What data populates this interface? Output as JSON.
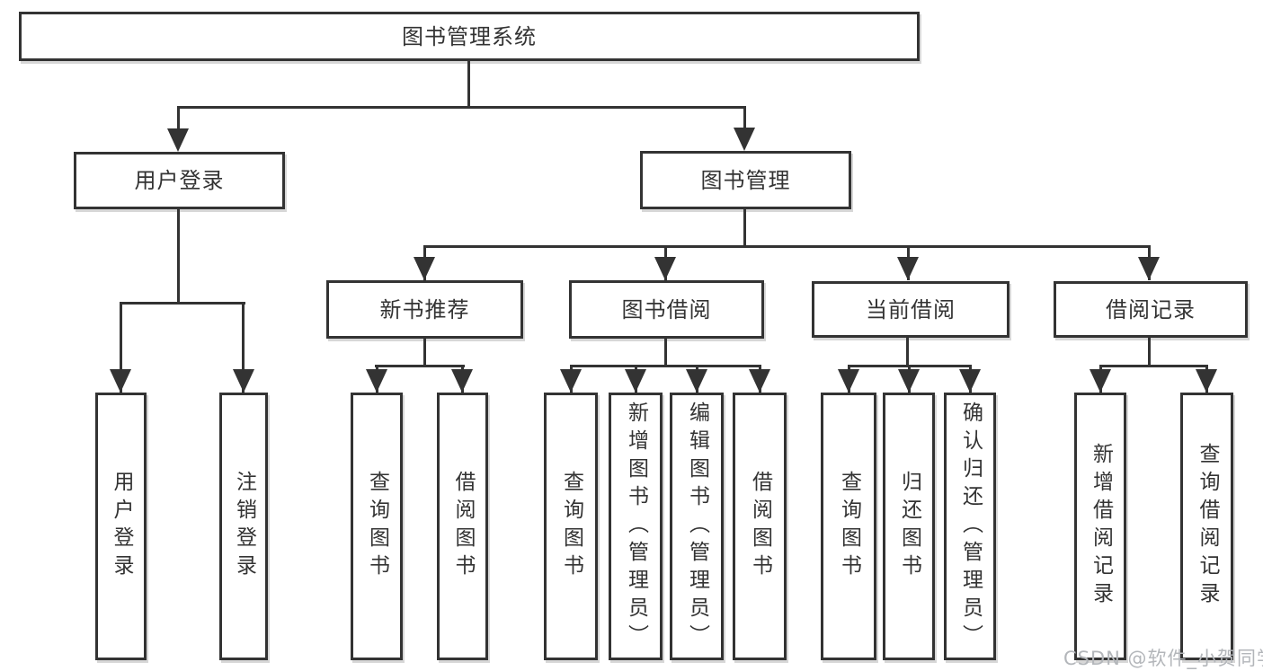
{
  "tree": {
    "label": "图书管理系统",
    "children": [
      {
        "label": "用户登录",
        "children": [
          {
            "label": "用户登录"
          },
          {
            "label": "注销登录"
          }
        ]
      },
      {
        "label": "图书管理",
        "children": [
          {
            "label": "新书推荐",
            "children": [
              {
                "label": "查询图书"
              },
              {
                "label": "借阅图书"
              }
            ]
          },
          {
            "label": "图书借阅",
            "children": [
              {
                "label": "查询图书"
              },
              {
                "label": "新增图书（管理员）"
              },
              {
                "label": "编辑图书（管理员）"
              },
              {
                "label": "借阅图书"
              }
            ]
          },
          {
            "label": "当前借阅",
            "children": [
              {
                "label": "查询图书"
              },
              {
                "label": "归还图书"
              },
              {
                "label": "确认归还（管理员）"
              }
            ]
          },
          {
            "label": "借阅记录",
            "children": [
              {
                "label": "新增借阅记录"
              },
              {
                "label": "查询借阅记录"
              }
            ]
          }
        ]
      }
    ]
  },
  "watermark": {
    "text": "CSDN @软件_小贺同学"
  },
  "colors": {
    "line": "#333333",
    "text": "#333333",
    "watermark": "#b3b6ba",
    "background": "#ffffff"
  }
}
